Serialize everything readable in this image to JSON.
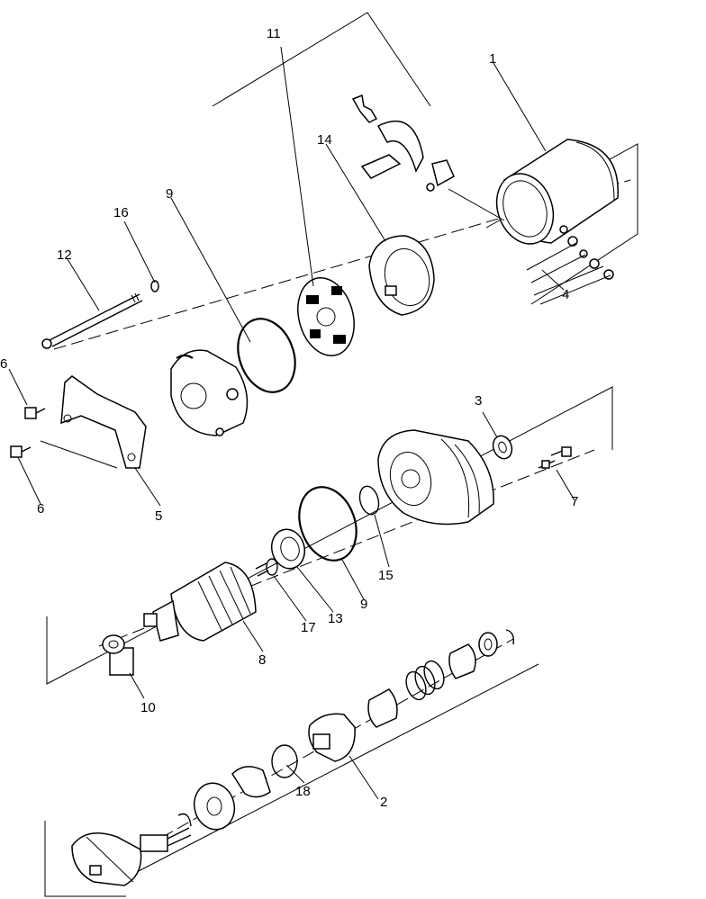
{
  "labels": {
    "l1": "1",
    "l2": "2",
    "l3": "3",
    "l4": "4",
    "l5": "5",
    "l6a": "6",
    "l6b": "6",
    "l7": "7",
    "l8": "8",
    "l9a": "9",
    "l9b": "9",
    "l10": "10",
    "l11": "11",
    "l12": "12",
    "l13": "13",
    "l14": "14",
    "l15": "15",
    "l16": "16",
    "l17": "17",
    "l18": "18"
  }
}
